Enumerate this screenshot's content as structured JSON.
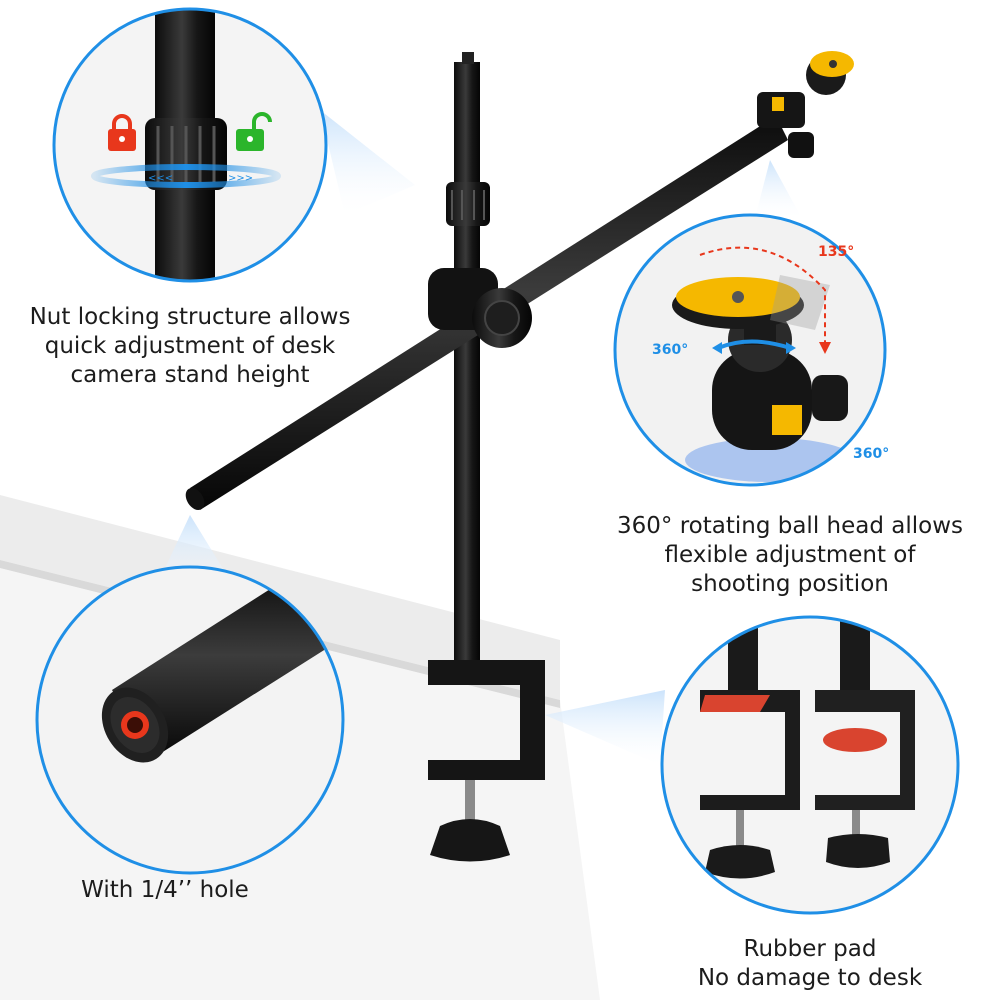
{
  "features": {
    "nut_lock": {
      "lines": [
        "Nut locking structure allows",
        "quick adjustment of desk",
        "camera stand height"
      ]
    },
    "ball_head": {
      "lines": [
        "360° rotating ball head allows",
        "flexible adjustment of",
        "shooting position"
      ],
      "angle_tilt": "135°",
      "angle_pan_left": "360°",
      "angle_pan_base": "360°"
    },
    "thread_hole": {
      "lines": [
        "With 1/4’’ hole"
      ]
    },
    "rubber_pad": {
      "lines": [
        "Rubber pad",
        "No damage to desk"
      ]
    }
  },
  "colors": {
    "accent_blue": "#1f8fe6",
    "lock_red": "#e8371c",
    "unlock_green": "#2bb52b",
    "ball_yellow": "#f5b800",
    "rubber_red": "#d9442f",
    "stand_black": "#1a1a1a"
  },
  "icons": [
    "lock-closed-icon",
    "lock-open-icon",
    "rotate-arrows-icon"
  ]
}
